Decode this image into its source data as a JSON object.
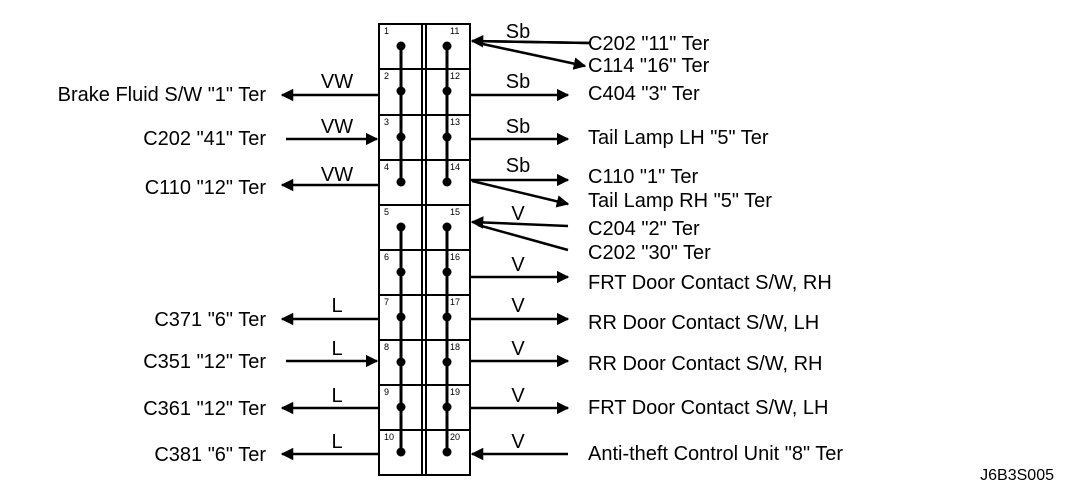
{
  "figure_id": "J6B3S005",
  "connector": {
    "left_column_pins": [
      "1",
      "2",
      "3",
      "4",
      "5",
      "6",
      "7",
      "8",
      "9",
      "10"
    ],
    "right_column_pins": [
      "11",
      "12",
      "13",
      "14",
      "15",
      "16",
      "17",
      "18",
      "19",
      "20"
    ]
  },
  "left_connections": [
    {
      "pin": "2",
      "wire": "VW",
      "label": "Brake Fluid S/W  \"1\" Ter",
      "direction": "out"
    },
    {
      "pin": "3",
      "wire": "VW",
      "label": "C202  \"41\" Ter",
      "direction": "in"
    },
    {
      "pin": "4",
      "wire": "VW",
      "label": "C110  \"12\" Ter",
      "direction": "out"
    },
    {
      "pin": "7",
      "wire": "L",
      "label": "C371  \"6\" Ter",
      "direction": "out"
    },
    {
      "pin": "8",
      "wire": "L",
      "label": "C351  \"12\" Ter",
      "direction": "in"
    },
    {
      "pin": "9",
      "wire": "L",
      "label": "C361  \"12\" Ter",
      "direction": "out"
    },
    {
      "pin": "10",
      "wire": "L",
      "label": "C381  \"6\" Ter",
      "direction": "out"
    }
  ],
  "right_connections": [
    {
      "pin": "11",
      "wire": "Sb",
      "labels": [
        "C202  \"11\" Ter",
        "C114 \"16\" Ter"
      ],
      "direction": "in-split"
    },
    {
      "pin": "12",
      "wire": "Sb",
      "labels": [
        "C404  \"3\" Ter"
      ],
      "direction": "out"
    },
    {
      "pin": "13",
      "wire": "Sb",
      "labels": [
        "Tail Lamp LH \"5\" Ter"
      ],
      "direction": "out"
    },
    {
      "pin": "14",
      "wire": "Sb",
      "labels": [
        "C110  \"1\" Ter",
        "Tail Lamp RH \"5\" Ter"
      ],
      "direction": "out-split"
    },
    {
      "pin": "15",
      "wire": "V",
      "labels": [
        "C204  \"2\" Ter",
        "C202  \"30\" Ter"
      ],
      "direction": "in-split"
    },
    {
      "pin": "16",
      "wire": "V",
      "labels": [
        "FRT Door Contact S/W, RH"
      ],
      "direction": "out"
    },
    {
      "pin": "17",
      "wire": "V",
      "labels": [
        "RR Door  Contact S/W, LH"
      ],
      "direction": "out"
    },
    {
      "pin": "18",
      "wire": "V",
      "labels": [
        "RR Door Contact S/W, RH"
      ],
      "direction": "out"
    },
    {
      "pin": "19",
      "wire": "V",
      "labels": [
        "FRT Door  Contact S/W, LH"
      ],
      "direction": "out"
    },
    {
      "pin": "20",
      "wire": "V",
      "labels": [
        "Anti-theft Control Unit  \"8\" Ter"
      ],
      "direction": "in"
    }
  ]
}
